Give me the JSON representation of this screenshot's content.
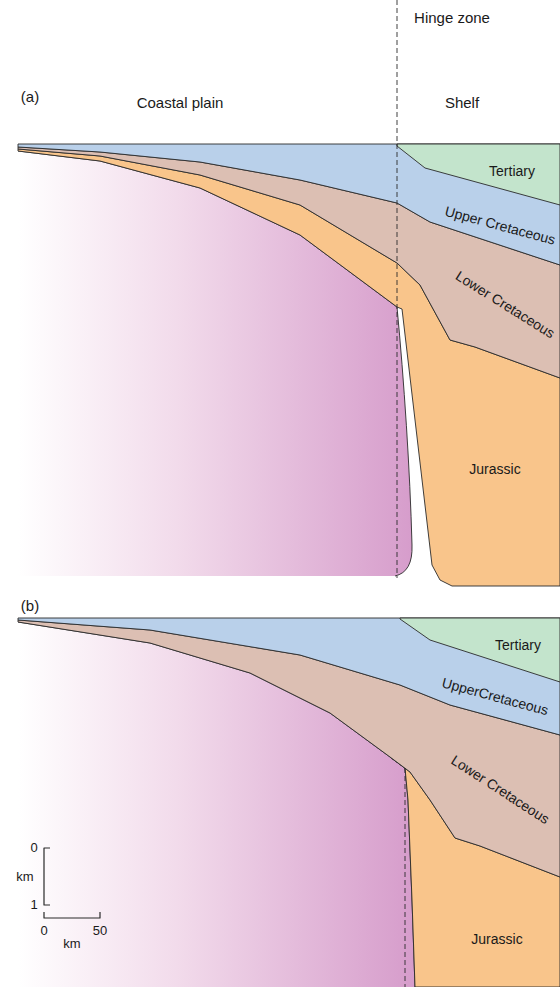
{
  "diagram": {
    "labels": [
      "Hinge zone",
      "(a)",
      "Coastal plain",
      "Shelf",
      "Tertiary",
      "Upper Cretaceous",
      "Lower Cretaceous",
      "Jurassic",
      "(b)",
      "Tertiary",
      "UpperCretaceous",
      "Lower Cretaceous",
      "Jurassic",
      "0",
      "km",
      "1",
      "0",
      "km",
      "50"
    ]
  }
}
